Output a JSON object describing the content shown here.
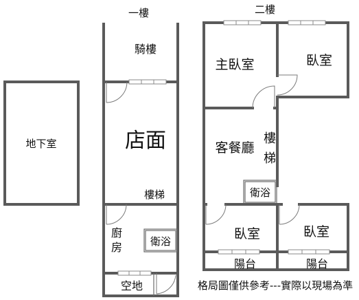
{
  "floor1": {
    "title": "一樓",
    "labels": {
      "balcony": "騎樓",
      "shop": "店面",
      "stairs": "樓梯",
      "kitchen_1": "廚",
      "kitchen_2": "房",
      "bath": "衛浴",
      "open": "空地"
    }
  },
  "basement": {
    "label": "地下室"
  },
  "floor2": {
    "title": "二樓",
    "labels": {
      "master": "主臥室",
      "bedroom_ne": "臥室",
      "living": "客餐廳",
      "stairs_1": "樓",
      "stairs_2": "梯",
      "bath": "衛浴",
      "bedroom_sw": "臥室",
      "bedroom_se": "臥室",
      "balcony_sw": "陽台",
      "balcony_se": "陽台"
    }
  },
  "footer_note": "格局圖僅供參考---實際以現場為準"
}
